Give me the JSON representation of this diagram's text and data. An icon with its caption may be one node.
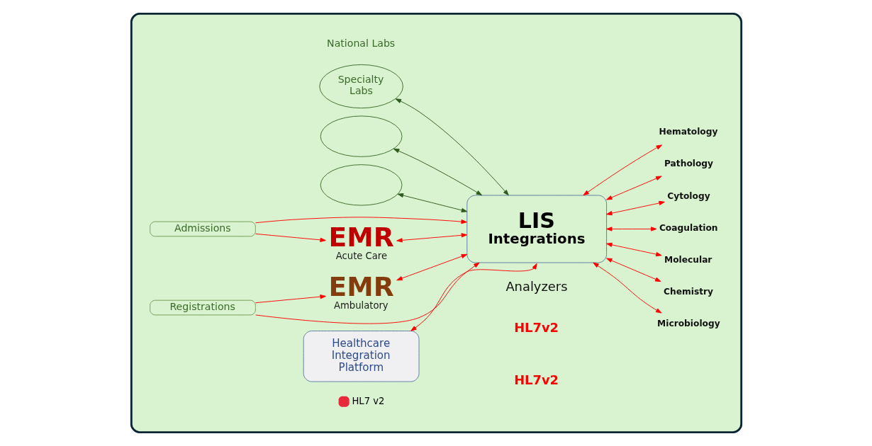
{
  "diagram": {
    "nodes": [
      {
        "text": [],
        "shape": "ellipse"
      },
      {
        "text": [],
        "shape": "cloud",
        "in": 0
      },
      {
        "text": [],
        "shape": "cloud",
        "in": 0
      },
      {
        "text": [
          "Specialty Labs"
        ],
        "in": 0
      },
      {
        "text": [
          "EMR",
          "Acute Care"
        ],
        "in": 0
      },
      {
        "text": [
          "Microbiology"
        ],
        "in": 0
      },
      {
        "text": [
          "Chemistry"
        ],
        "in": 0
      },
      {
        "text": [
          "Molecular"
        ],
        "in": 0
      },
      {
        "text": [
          "Admissions"
        ],
        "in": 0
      },
      {
        "text": [
          "LIS",
          "Integrations"
        ],
        "in": 0
      },
      {
        "text": [
          "Coagulation"
        ],
        "in": 0
      },
      {
        "text": [
          "Registrations"
        ],
        "in": 0
      },
      {
        "text": [
          "Cytology"
        ],
        "in": 0
      },
      {
        "text": [
          "EMR",
          "Ambulatory"
        ],
        "in": 0
      },
      {
        "text": [
          "Pathology"
        ],
        "in": 0
      },
      {
        "text": [
          "Healthcare Integration Platform"
        ],
        "in": 0
      },
      {
        "text": [
          "Hematology"
        ],
        "in": 0
      }
    ],
    "edges": [
      {
        "from": 1,
        "to": 9,
        "arrow": "both",
        "color": "#2e5a1c"
      },
      {
        "from": 2,
        "to": 9,
        "arrow": "both",
        "color": "#2e5a1c"
      },
      {
        "from": 3,
        "to": 9,
        "arrow": "both",
        "color": "#2e5a1c"
      },
      {
        "from": 8,
        "to": 4,
        "arrow": "to"
      },
      {
        "from": 4,
        "to": 9,
        "arrow": "both"
      },
      {
        "from": 8,
        "to": 9,
        "arrow": "to"
      },
      {
        "from": 11,
        "to": 9,
        "arrow": "to"
      },
      {
        "from": 11,
        "to": 13,
        "arrow": "to"
      },
      {
        "from": 13,
        "to": 9,
        "arrow": "both"
      },
      {
        "from": 15,
        "to": 9,
        "arrow": "both"
      },
      {
        "from": 9,
        "to": 5,
        "arrow": "both"
      },
      {
        "from": 9,
        "to": 6,
        "arrow": "both"
      },
      {
        "from": 9,
        "to": 7,
        "arrow": "both"
      },
      {
        "from": 9,
        "to": 10,
        "arrow": "both"
      },
      {
        "from": 9,
        "to": 12,
        "arrow": "both"
      },
      {
        "from": 9,
        "to": 14,
        "arrow": "both"
      },
      {
        "from": 9,
        "to": 16,
        "arrow": "both"
      }
    ],
    "labels": [
      "National Labs",
      "Analyzers",
      "HL7v2",
      "HL7v2"
    ],
    "legend": [
      {
        "text": "HL7 v2",
        "color": "#e8293b"
      }
    ]
  }
}
